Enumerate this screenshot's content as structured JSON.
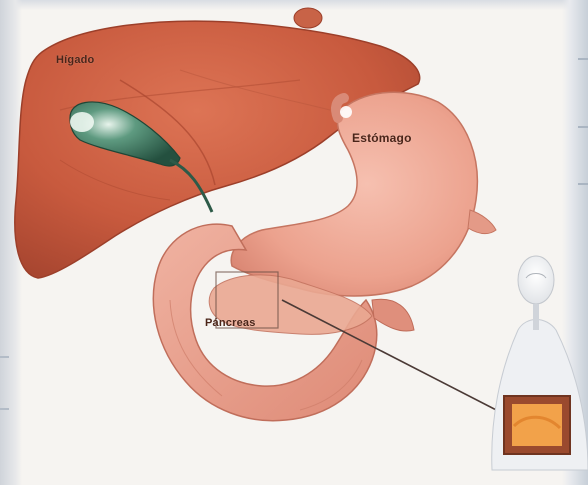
{
  "labels": {
    "liver": "Hígado",
    "stomach": "Estómago",
    "pancreas": "Páncreas"
  },
  "colors": {
    "liver": "#c85a3e",
    "stomach": "#e9a08c",
    "duodenum": "#e79a88",
    "gallbladder": "#2f6d55",
    "pancreas_inset": "#f2a24a"
  }
}
